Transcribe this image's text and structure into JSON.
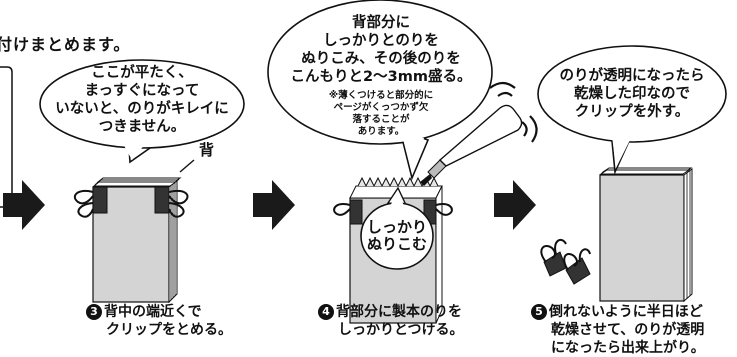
{
  "heading": "付けまとめます。",
  "bubbles": {
    "step3_tip": [
      "ここが平たく、",
      "まっすぐになって",
      "いないと、のりがキレイに",
      "つきません。"
    ],
    "step4_tip": [
      "背部分に",
      "しっかりとのりを",
      "ぬりこみ、その後のりを",
      "こんもりと2〜3mm盛る。"
    ],
    "step4_note": [
      "※薄くつけると部分的に",
      "ページがくっつかず欠",
      "落することが",
      "あります。"
    ],
    "step5_tip": [
      "のりが透明になったら",
      "乾燥した印なので",
      "クリップを外す。"
    ]
  },
  "spine_label": "背",
  "spread_label": [
    "しっかり",
    "ぬりこむ"
  ],
  "steps": [
    {
      "number": "3",
      "lines": [
        "背中の端近くで",
        "クリップをとめる。"
      ]
    },
    {
      "number": "4",
      "lines": [
        "背部分に製本のりを",
        "しっかりとつける。"
      ]
    },
    {
      "number": "5",
      "lines": [
        "倒れないように半日ほど",
        "乾燥させて、のりが透明",
        "になったら出来上がり。"
      ]
    }
  ],
  "colors": {
    "ink": "#111111",
    "paper_shade": "#d4d4d4",
    "arrow": "#1a1a1a"
  }
}
